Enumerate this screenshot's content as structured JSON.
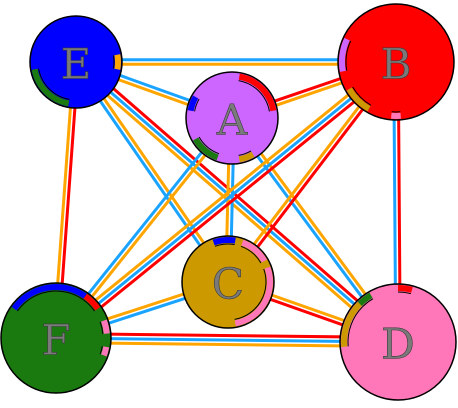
{
  "colors": {
    "red": "#ff0000",
    "orange": "#ffa500",
    "blue": "#1aa3ff",
    "background": "#ffffff"
  },
  "nodes": [
    {
      "id": "E",
      "label": "E",
      "fill": "#0000ff"
    },
    {
      "id": "B",
      "label": "B",
      "fill": "#ff0000"
    },
    {
      "id": "A",
      "label": "A",
      "fill": "#cc66ff"
    },
    {
      "id": "C",
      "label": "C",
      "fill": "#cc9900"
    },
    {
      "id": "F",
      "label": "F",
      "fill": "#1a7a10"
    },
    {
      "id": "D",
      "label": "D",
      "fill": "#ff77b8"
    }
  ],
  "edges": [
    {
      "from": "E",
      "to": "B",
      "colors": [
        "blue",
        "orange"
      ]
    },
    {
      "from": "E",
      "to": "A",
      "colors": [
        "blue",
        "orange"
      ]
    },
    {
      "from": "E",
      "to": "C",
      "colors": [
        "orange",
        "blue"
      ]
    },
    {
      "from": "E",
      "to": "F",
      "colors": [
        "red",
        "orange"
      ]
    },
    {
      "from": "E",
      "to": "D",
      "colors": [
        "red",
        "blue",
        "orange"
      ]
    },
    {
      "from": "A",
      "to": "B",
      "colors": [
        "red",
        "orange"
      ]
    },
    {
      "from": "A",
      "to": "C",
      "colors": [
        "blue",
        "orange"
      ]
    },
    {
      "from": "A",
      "to": "F",
      "colors": [
        "orange",
        "blue"
      ]
    },
    {
      "from": "A",
      "to": "D",
      "colors": [
        "orange",
        "blue"
      ]
    },
    {
      "from": "B",
      "to": "C",
      "colors": [
        "red",
        "orange"
      ]
    },
    {
      "from": "B",
      "to": "F",
      "colors": [
        "red",
        "blue",
        "orange"
      ]
    },
    {
      "from": "B",
      "to": "D",
      "colors": [
        "red",
        "blue"
      ]
    },
    {
      "from": "C",
      "to": "F",
      "colors": [
        "blue",
        "orange"
      ]
    },
    {
      "from": "C",
      "to": "D",
      "colors": [
        "orange",
        "red"
      ]
    },
    {
      "from": "F",
      "to": "D",
      "colors": [
        "red",
        "blue",
        "orange"
      ]
    }
  ]
}
